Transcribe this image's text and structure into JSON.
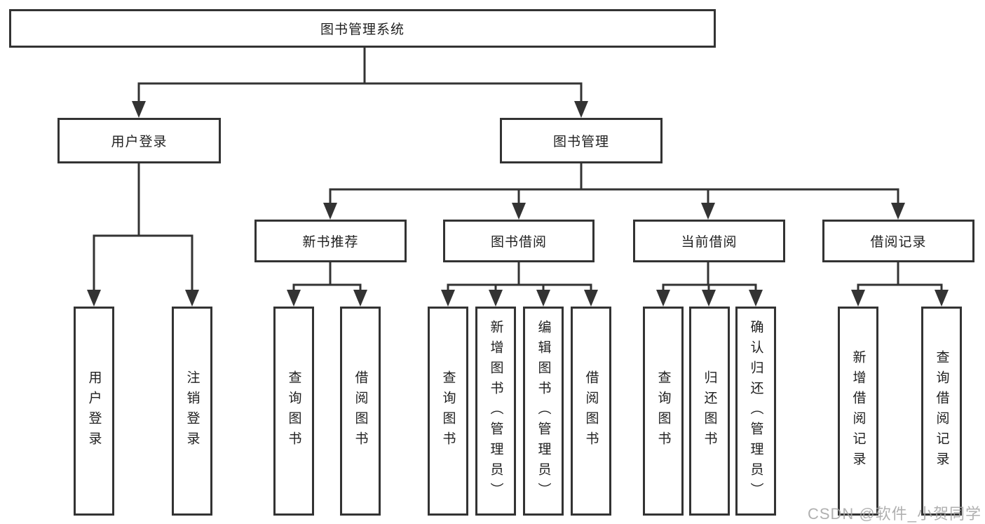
{
  "diagram": {
    "root": {
      "label": "图书管理系统"
    },
    "user_login": {
      "label": "用户登录",
      "leaves": [
        {
          "label": "用户登录"
        },
        {
          "label": "注销登录"
        }
      ]
    },
    "book_management": {
      "label": "图书管理",
      "groups": [
        {
          "label": "新书推荐",
          "leaves": [
            {
              "label": "查询图书"
            },
            {
              "label": "借阅图书"
            }
          ]
        },
        {
          "label": "图书借阅",
          "leaves": [
            {
              "label": "查询图书"
            },
            {
              "label": "新增图书（管理员）"
            },
            {
              "label": "编辑图书（管理员）"
            },
            {
              "label": "借阅图书"
            }
          ]
        },
        {
          "label": "当前借阅",
          "leaves": [
            {
              "label": "查询图书"
            },
            {
              "label": "归还图书"
            },
            {
              "label": "确认归还（管理员）"
            }
          ]
        },
        {
          "label": "借阅记录",
          "leaves": [
            {
              "label": "新增借阅记录"
            },
            {
              "label": "查询借阅记录"
            }
          ]
        }
      ]
    }
  },
  "watermark": {
    "text": "CSDN @软件_小贺同学"
  },
  "colors": {
    "line": "#333333",
    "box_border": "#333333",
    "text": "#1f1f1f",
    "watermark": "#a3a3a3",
    "background": "#ffffff"
  }
}
